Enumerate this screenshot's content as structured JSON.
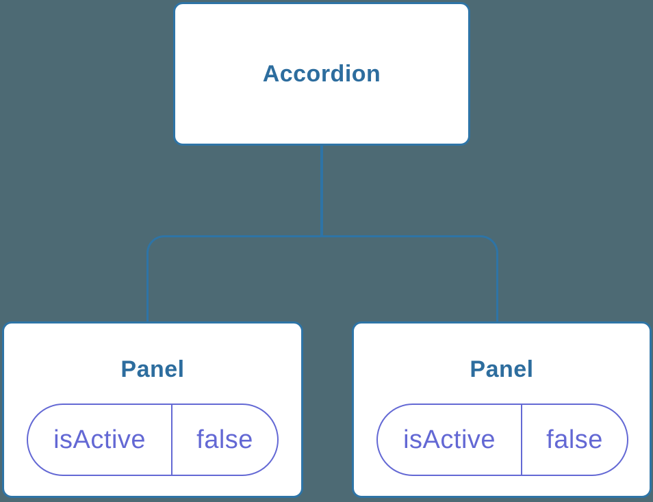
{
  "diagram": {
    "description": "React component tree: Accordion parent with two Panel children, each holding isActive state",
    "root": {
      "label": "Accordion"
    },
    "children": [
      {
        "label": "Panel",
        "state": {
          "name": "isActive",
          "value": "false"
        }
      },
      {
        "label": "Panel",
        "state": {
          "name": "isActive",
          "value": "false"
        }
      }
    ]
  },
  "colors": {
    "background": "#4d6a74",
    "node_fill": "#ffffff",
    "node_border": "#2e74a6",
    "node_text": "#2d6d9e",
    "connector": "#2e74a6",
    "state_accent": "#6368d4"
  }
}
